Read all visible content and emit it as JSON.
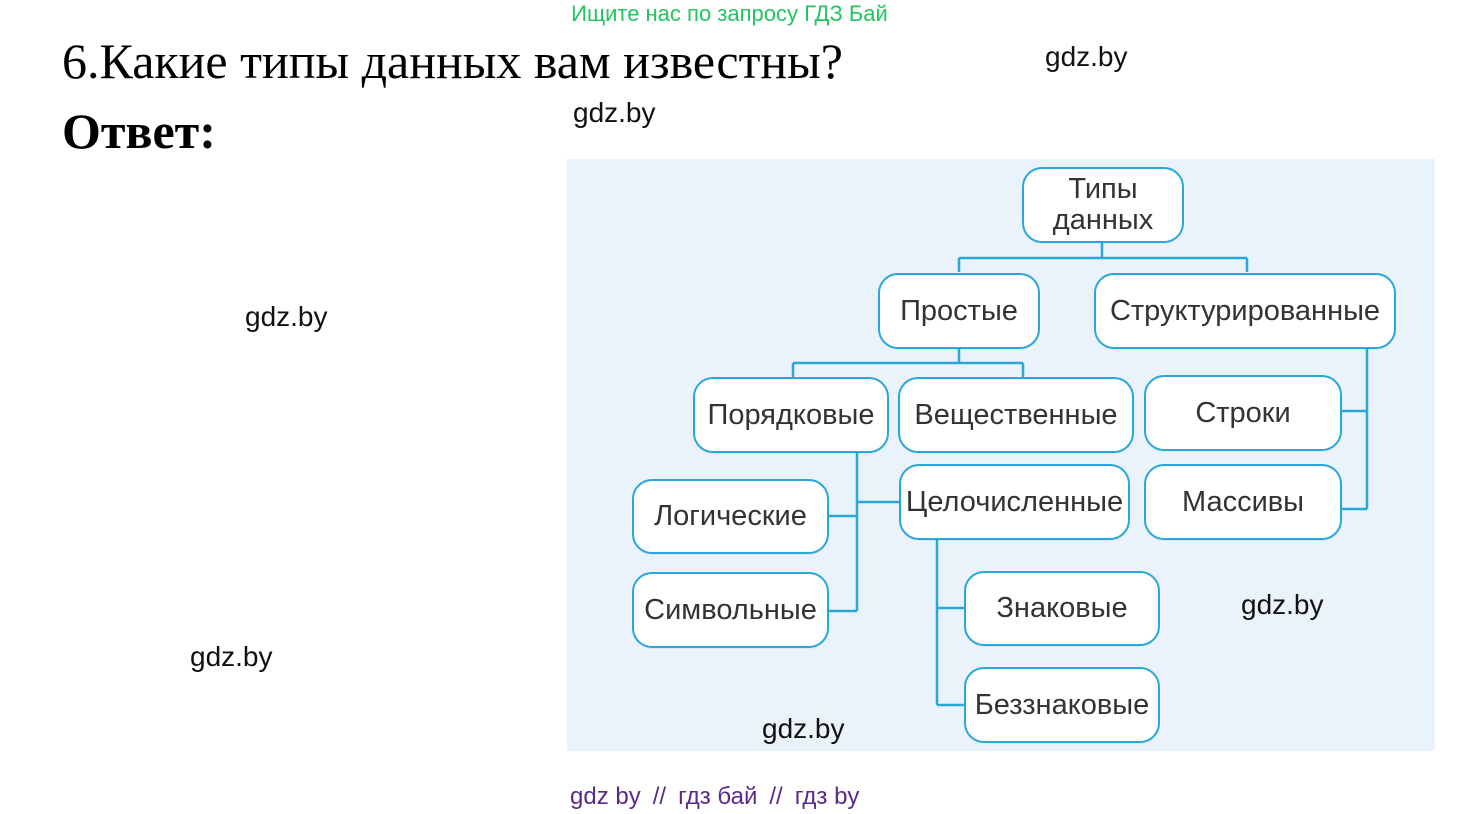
{
  "banner": {
    "text": "Ищите нас по запросу ГДЗ Бай"
  },
  "question": {
    "text": "6.Какие типы данных вам известны?"
  },
  "answer": {
    "label": "Ответ:"
  },
  "watermarks": {
    "w1": "gdz.by",
    "w2": "gdz.by",
    "w3": "gdz.by",
    "w4": "gdz.by",
    "w5": "gdz.by",
    "w6": "gdz.by"
  },
  "footer": {
    "part1": "gdz by",
    "sep1": "//",
    "part2": "гдз бай",
    "sep2": "//",
    "part3": "гдз by"
  },
  "diagram": {
    "root": {
      "line1": "Типы",
      "line2": "данных"
    },
    "simple": "Простые",
    "structured": "Структурированные",
    "ordinal": "Порядковые",
    "real": "Вещественные",
    "strings": "Строки",
    "arrays": "Массивы",
    "logical": "Логические",
    "symbolic": "Символьные",
    "integer": "Целочисленные",
    "signed": "Знаковые",
    "unsigned": "Беззнаковые"
  },
  "colors": {
    "banner": "#22c55e",
    "footer": "#5b2a86",
    "panel_bg": "#eaf3fb",
    "connector": "#29a7d8",
    "node_text": "#333333"
  }
}
